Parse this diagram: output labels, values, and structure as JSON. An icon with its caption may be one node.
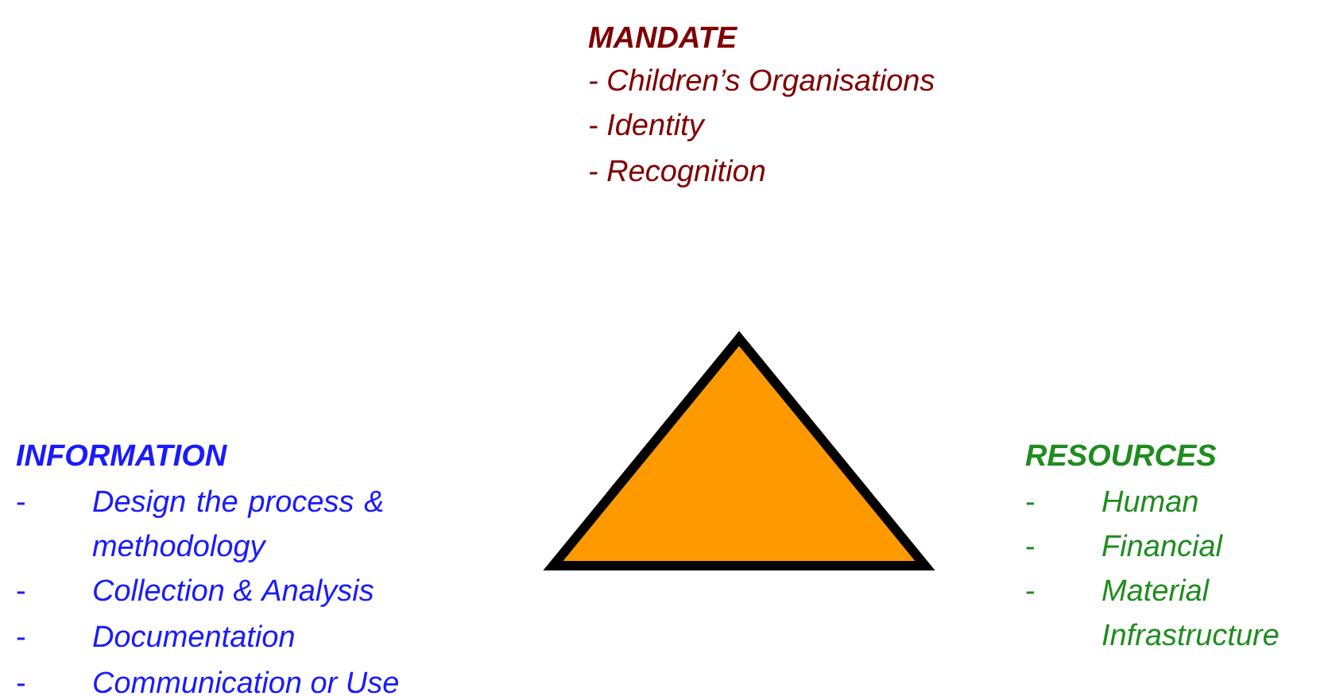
{
  "diagram": {
    "labels": [
      "MANDATE",
      "- Children’s Organisations",
      "- Identity",
      "- Recognition",
      "INFORMATION",
      "-",
      "Design the process & methodology",
      "-",
      "Collection & Analysis",
      "-",
      "Documentation",
      "-",
      "Communication or Use",
      "RESOURCES",
      "-",
      "Human",
      "-",
      "Financial",
      "-",
      "Material Infrastructure"
    ]
  }
}
